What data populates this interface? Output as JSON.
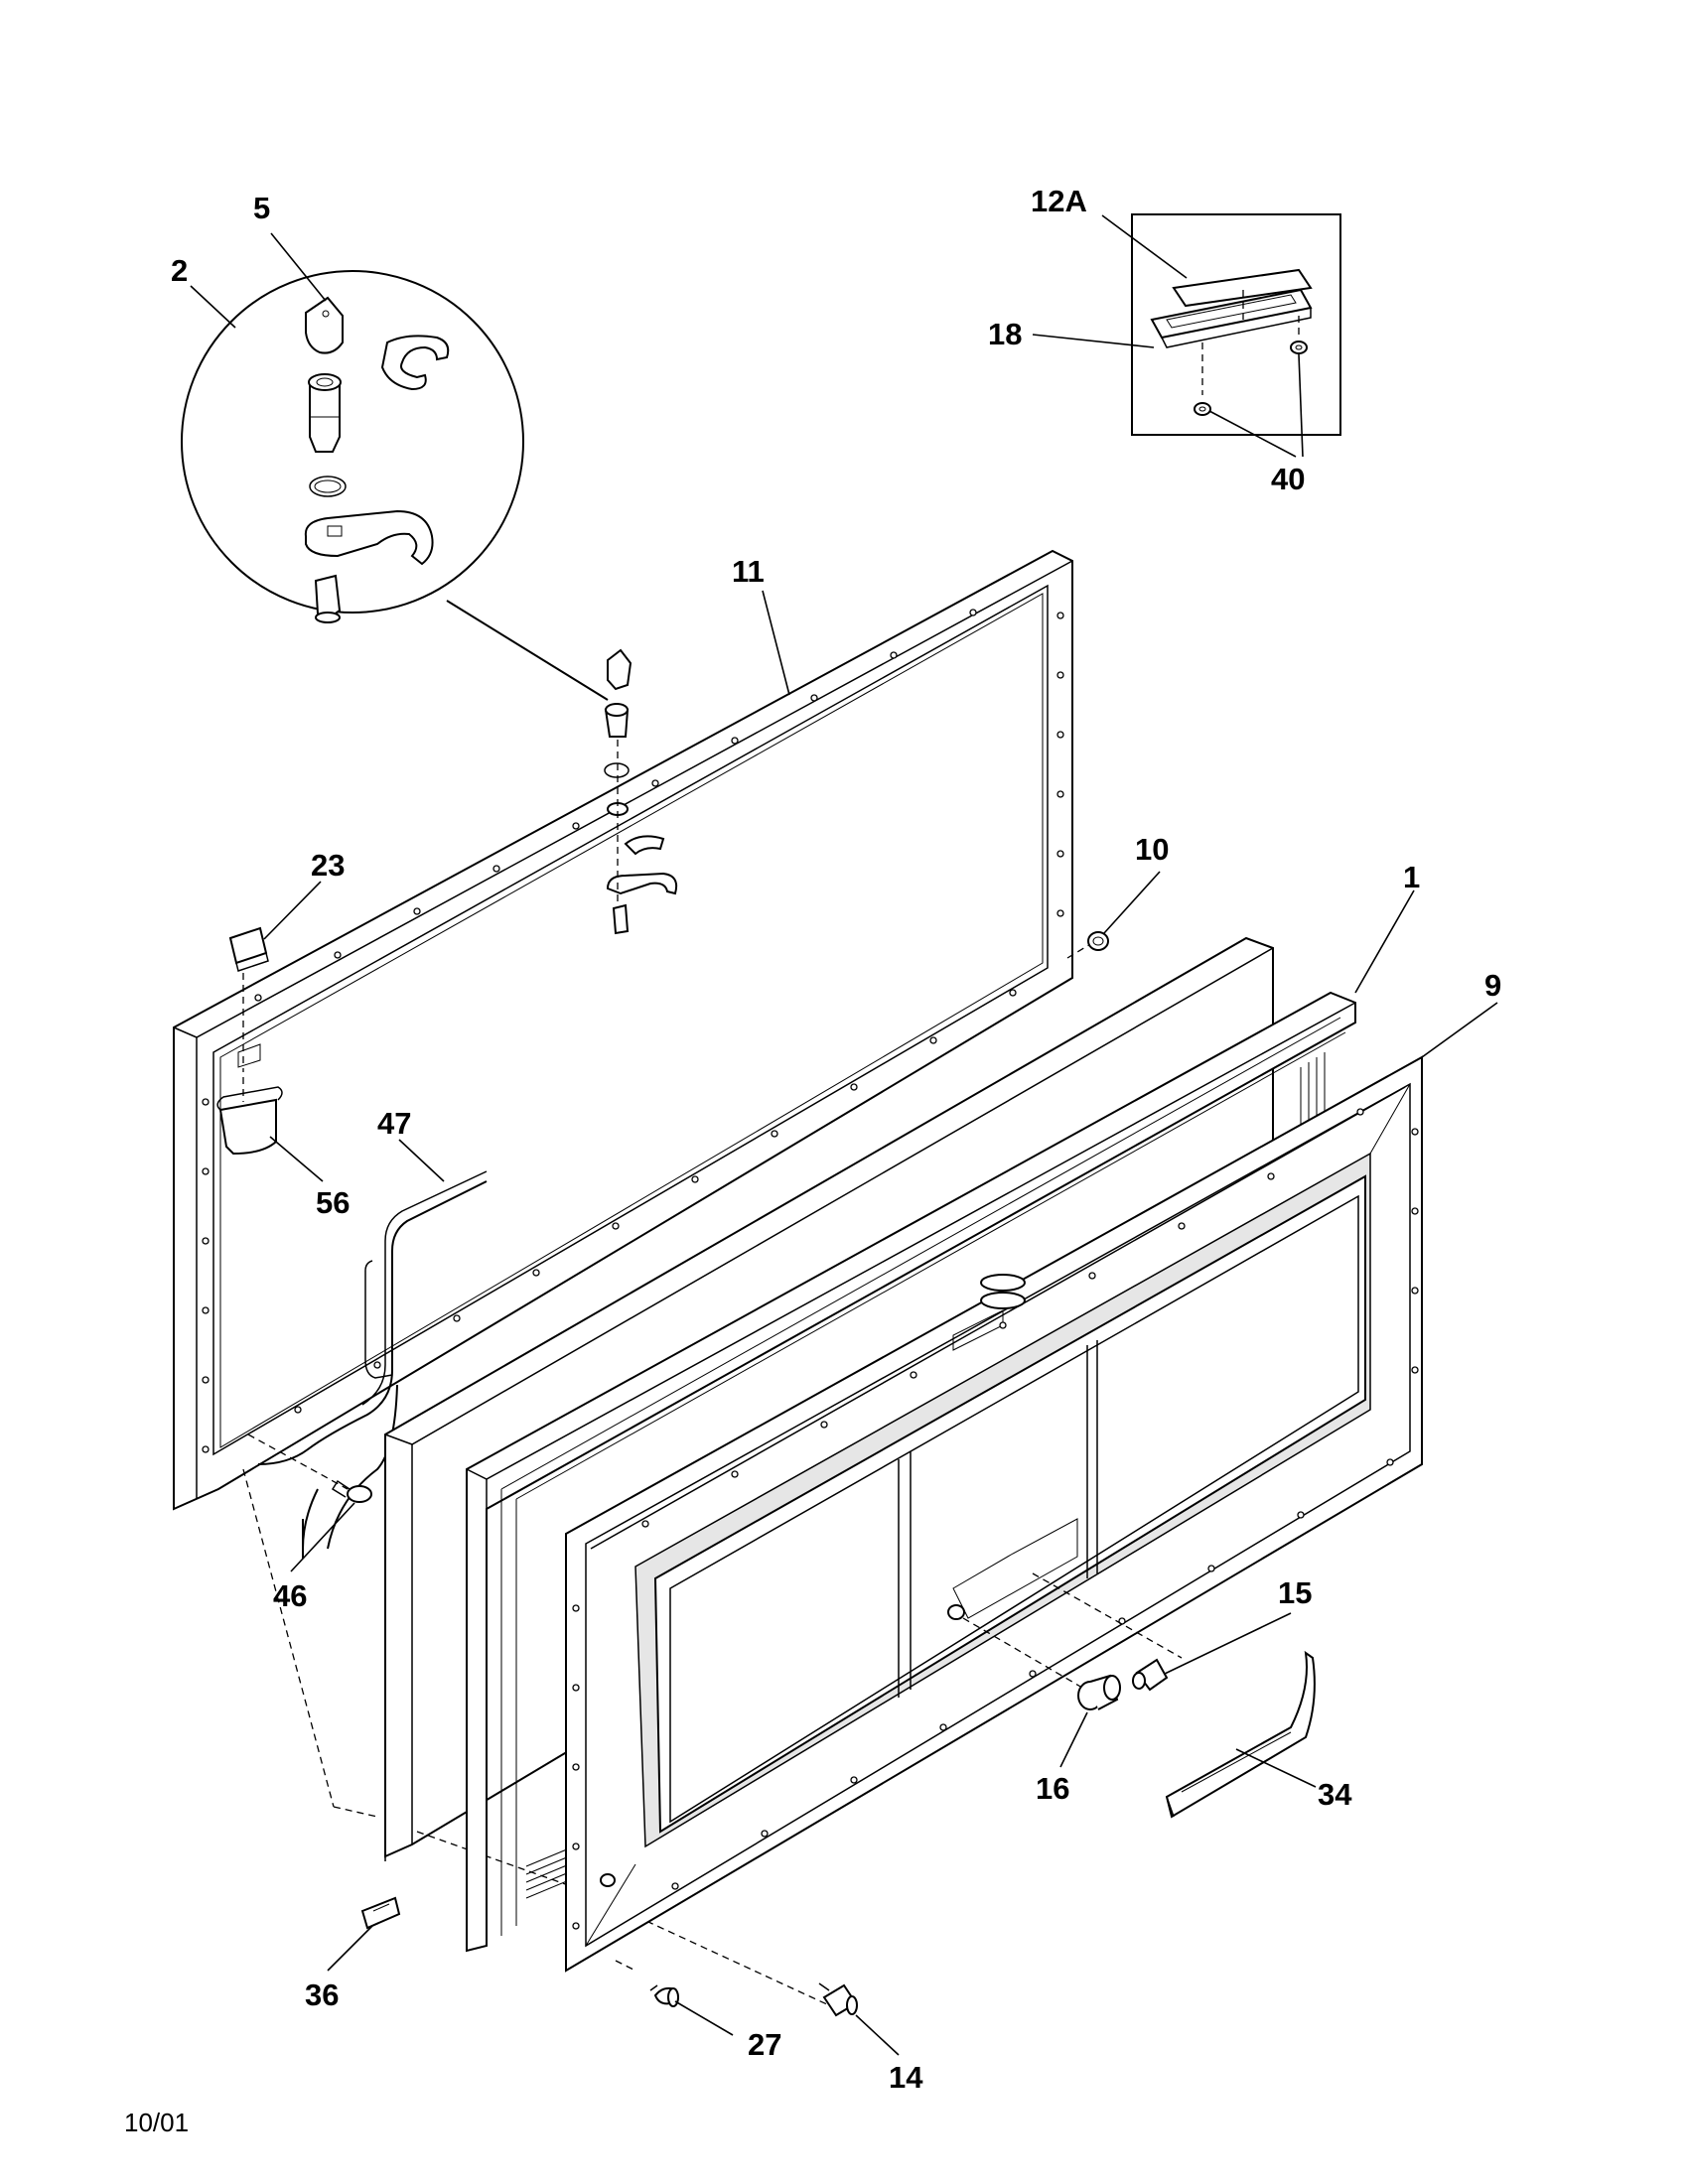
{
  "diagram": {
    "date_code": "10/01",
    "callouts": [
      "5",
      "2",
      "12A",
      "18",
      "40",
      "11",
      "10",
      "1",
      "9",
      "23",
      "56",
      "47",
      "46",
      "15",
      "34",
      "16",
      "36",
      "27",
      "14"
    ]
  }
}
